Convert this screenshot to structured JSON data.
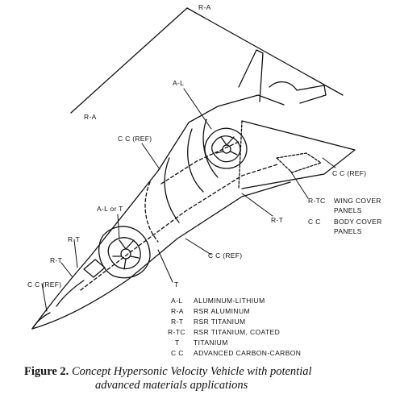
{
  "labels": {
    "ra_top": "R-A",
    "ra_left": "R-A",
    "cc_ref_upper": "C C (REF)",
    "al_top": "A-L",
    "cc_ref_wing": "C C (REF)",
    "rtc": "R-TC",
    "rt_mid": "R-T",
    "al_or_t": "A-L or T",
    "rt_left1": "R-T",
    "rt_left2": "R-T",
    "cc_ref_nose": "C C (REF)",
    "cc_ref_bottom": "C C (REF)",
    "t_bottom": "T",
    "wing_cover_1": "WING COVER",
    "wing_cover_2": "PANELS",
    "body_cover_code": "C C",
    "body_cover_1": "BODY COVER",
    "body_cover_2": "PANELS"
  },
  "legend": [
    {
      "code": "A-L",
      "desc": "ALUMINUM-LITHIUM"
    },
    {
      "code": "R-A",
      "desc": "RSR ALUMINUM"
    },
    {
      "code": "R-T",
      "desc": "RSR TITANIUM"
    },
    {
      "code": "R-TC",
      "desc": "RSR TITANIUM, COATED"
    },
    {
      "code": "T",
      "desc": "TITANIUM"
    },
    {
      "code": "C C",
      "desc": "ADVANCED CARBON-CARBON"
    }
  ],
  "caption": {
    "figure": "Figure 2.",
    "line1": "Concept Hypersonic Velocity Vehicle with potential",
    "line2": "advanced materials applications"
  }
}
